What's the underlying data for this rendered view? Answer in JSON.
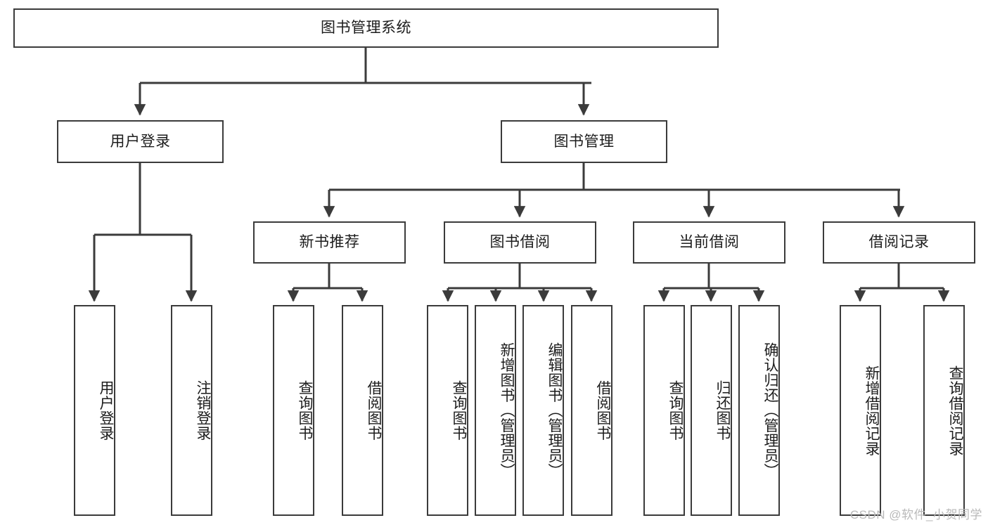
{
  "diagram": {
    "title": "图书管理系统",
    "type": "tree",
    "watermark": "CSDN @软件_小贺同学",
    "colors": {
      "border": "#3b3b3b",
      "background": "#ffffff",
      "text": "#1c1c1c",
      "connector": "#3b3b3b",
      "watermark": "#b9b9b9"
    },
    "levels": {
      "root": "图书管理系统",
      "level2": [
        "用户登录",
        "图书管理"
      ],
      "level3": [
        "新书推荐",
        "图书借阅",
        "当前借阅",
        "借阅记录"
      ]
    },
    "nodes": {
      "root": {
        "label": "图书管理系统"
      },
      "user_login": {
        "label": "用户登录"
      },
      "book_manage": {
        "label": "图书管理"
      },
      "new_book_rec": {
        "label": "新书推荐"
      },
      "book_borrow": {
        "label": "图书借阅"
      },
      "current_borrow": {
        "label": "当前借阅"
      },
      "borrow_record": {
        "label": "借阅记录"
      },
      "leaf_user_login": {
        "label": "用户登录"
      },
      "leaf_logout": {
        "label": "注销登录"
      },
      "leaf_query_book_1": {
        "label": "查询图书"
      },
      "leaf_borrow_book_1": {
        "label": "借阅图书"
      },
      "leaf_query_book_2": {
        "label": "查询图书"
      },
      "leaf_add_book": {
        "label": "新增图书（管理员）"
      },
      "leaf_edit_book": {
        "label": "编辑图书（管理员）"
      },
      "leaf_borrow_book_2": {
        "label": "借阅图书"
      },
      "leaf_query_book_3": {
        "label": "查询图书"
      },
      "leaf_return_book": {
        "label": "归还图书"
      },
      "leaf_confirm_return": {
        "label": "确认归还（管理员）"
      },
      "leaf_add_record": {
        "label": "新增借阅记录"
      },
      "leaf_query_record": {
        "label": "查询借阅记录"
      }
    },
    "edges": [
      {
        "from": "root",
        "to": "user_login"
      },
      {
        "from": "root",
        "to": "book_manage"
      },
      {
        "from": "user_login",
        "to": "leaf_user_login"
      },
      {
        "from": "user_login",
        "to": "leaf_logout"
      },
      {
        "from": "book_manage",
        "to": "new_book_rec"
      },
      {
        "from": "book_manage",
        "to": "book_borrow"
      },
      {
        "from": "book_manage",
        "to": "current_borrow"
      },
      {
        "from": "book_manage",
        "to": "borrow_record"
      },
      {
        "from": "new_book_rec",
        "to": "leaf_query_book_1"
      },
      {
        "from": "new_book_rec",
        "to": "leaf_borrow_book_1"
      },
      {
        "from": "book_borrow",
        "to": "leaf_query_book_2"
      },
      {
        "from": "book_borrow",
        "to": "leaf_add_book"
      },
      {
        "from": "book_borrow",
        "to": "leaf_edit_book"
      },
      {
        "from": "book_borrow",
        "to": "leaf_borrow_book_2"
      },
      {
        "from": "current_borrow",
        "to": "leaf_query_book_3"
      },
      {
        "from": "current_borrow",
        "to": "leaf_return_book"
      },
      {
        "from": "current_borrow",
        "to": "leaf_confirm_return"
      },
      {
        "from": "borrow_record",
        "to": "leaf_add_record"
      },
      {
        "from": "borrow_record",
        "to": "leaf_query_record"
      }
    ]
  }
}
